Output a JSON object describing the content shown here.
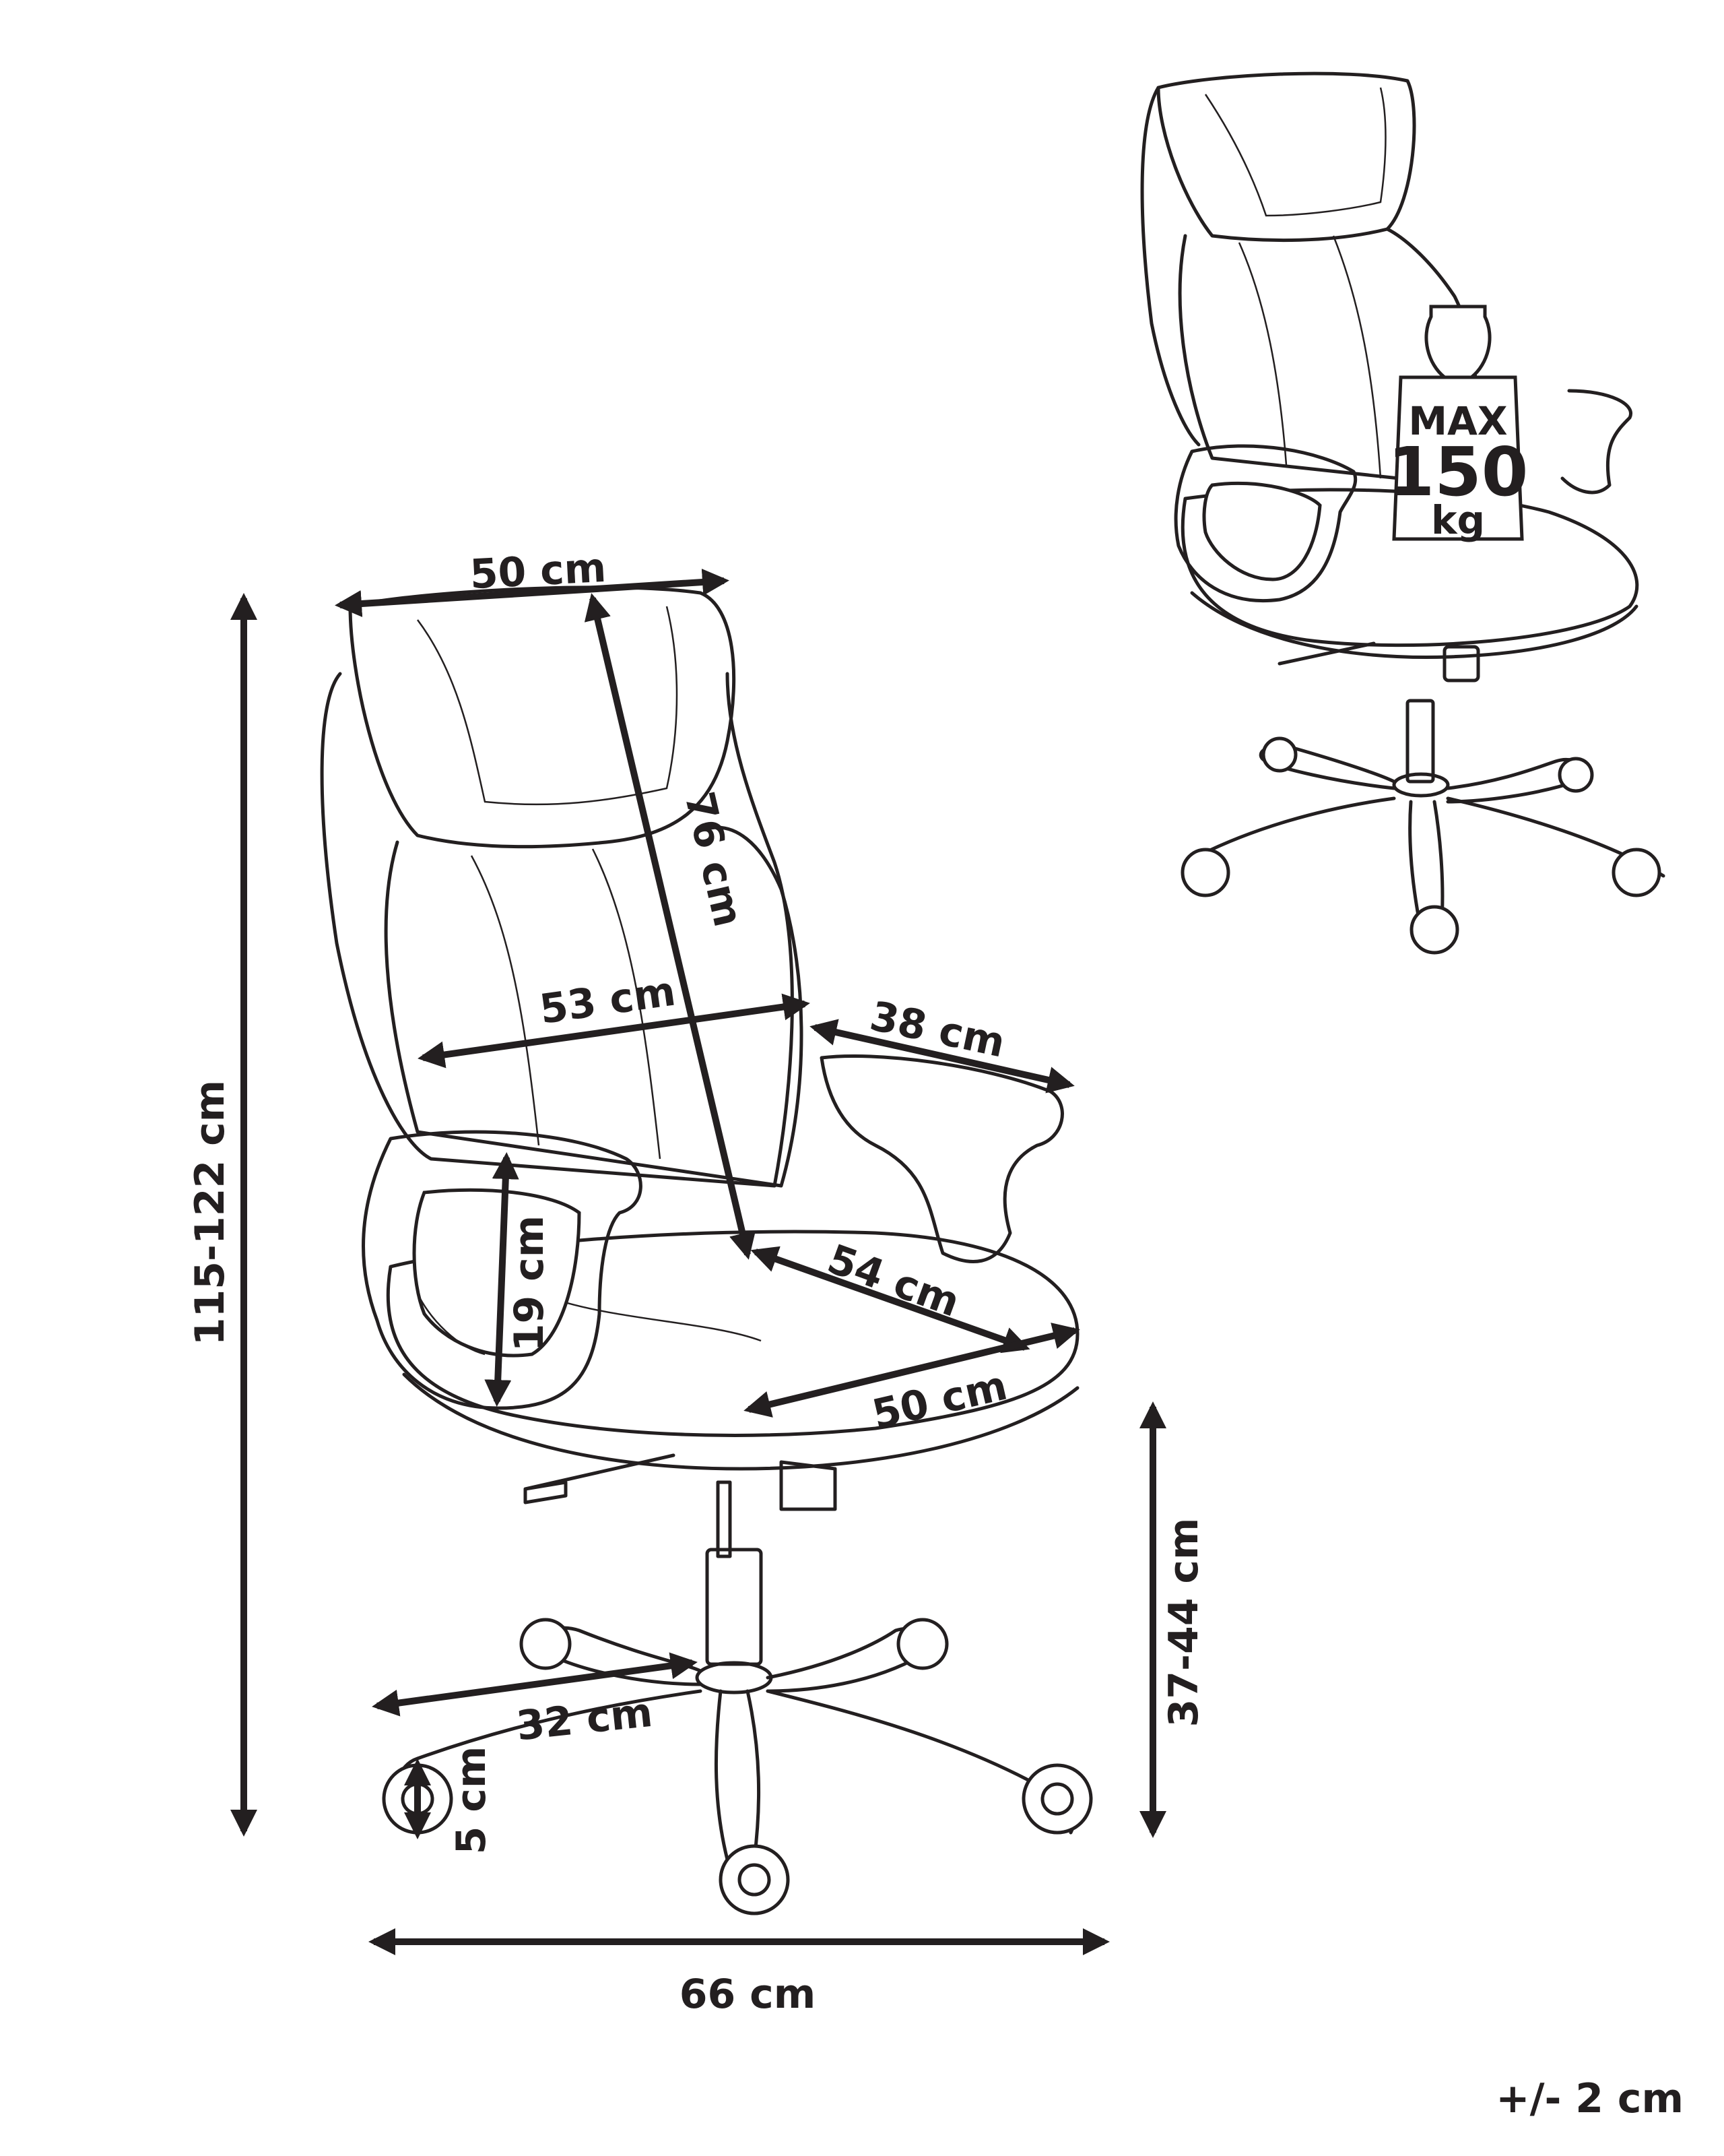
{
  "dimensions": {
    "headrest_width": "50 cm",
    "backrest_height": "76 cm",
    "backrest_width": "53 cm",
    "armrest_length": "38 cm",
    "armrest_height": "19 cm",
    "seat_depth": "54 cm",
    "seat_width": "50 cm",
    "total_height": "115-122 cm",
    "seat_height": "37-44 cm",
    "base_radius": "32 cm",
    "caster_diameter": "5 cm",
    "base_width": "66 cm"
  },
  "weight_badge": {
    "line1": "MAX",
    "line2": "150",
    "line3": "kg"
  },
  "tolerance": "+/- 2 cm",
  "colors": {
    "ink": "#231f20",
    "background": "#ffffff"
  }
}
